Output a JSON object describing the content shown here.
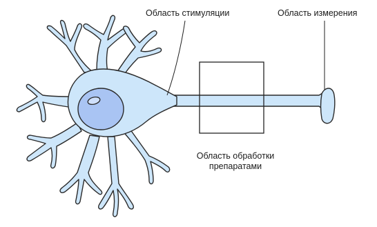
{
  "labels": {
    "stimulation": "Область стимуляции",
    "measurement": "Область измерения",
    "treatment_line1": "Область обработки",
    "treatment_line2": "препаратами"
  },
  "colors": {
    "cell_fill": "#cde6fa",
    "cell_stroke": "#2a2a2a",
    "nucleus_fill": "#a9c4f3",
    "nucleolus_fill": "#cfe0fb",
    "box_stroke": "#222222",
    "leader_line": "#222222"
  },
  "parts": [
    "soma",
    "nucleus",
    "nucleolus",
    "dendrites",
    "axon",
    "axon-terminal",
    "treatment-box"
  ]
}
